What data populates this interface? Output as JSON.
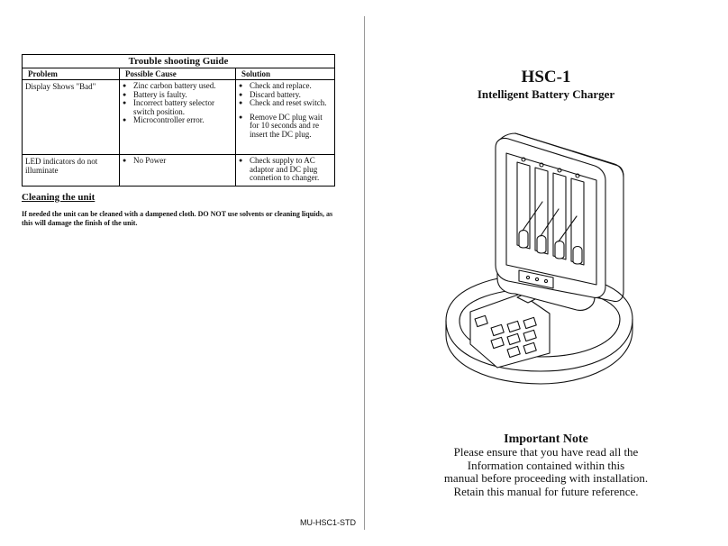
{
  "left_page": {
    "table": {
      "title": "Trouble shooting Guide",
      "headers": [
        "Problem",
        "Possible Cause",
        "Solution"
      ],
      "rows": [
        {
          "problem": "Display Shows \"Bad\"",
          "causes": [
            "Zinc carbon battery used.",
            "Battery is faulty.",
            "Incorrect battery selector switch position.",
            "Microcontroller error."
          ],
          "solutions": [
            "Check and replace.",
            "Discard battery.",
            "Check and reset switch.",
            "Remove DC plug wait for 10 seconds and re insert the DC plug."
          ]
        },
        {
          "problem": "LED indicators do not illuminate",
          "causes": [
            "No Power"
          ],
          "solutions": [
            "Check supply to AC adaptor and DC plug connetion to changer."
          ]
        }
      ]
    },
    "cleaning": {
      "heading": "Cleaning the unit",
      "text": "If needed the unit can be cleaned with a dampened cloth. DO NOT use solvents or cleaning liquids, as this will damage the finish of the unit."
    },
    "doc_code": "MU-HSC1-STD"
  },
  "right_page": {
    "model": "HSC-1",
    "subtitle": "Intelligent Battery Charger",
    "note": {
      "heading": "Important Note",
      "lines": [
        "Please ensure that you have read all the",
        "Information contained within this",
        "manual before proceeding with installation.",
        "Retain this manual for future reference."
      ]
    },
    "illustration_icon": "battery-charger-illustration"
  }
}
